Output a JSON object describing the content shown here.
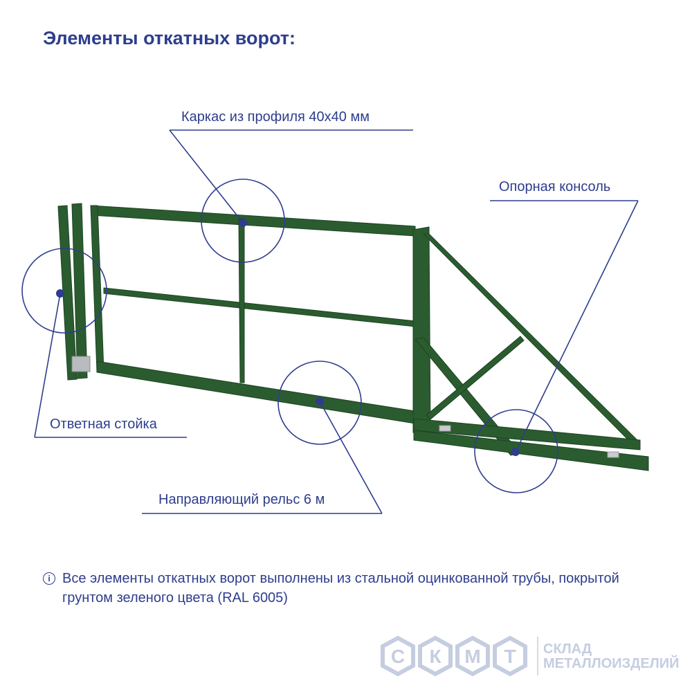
{
  "title": "Элементы откатных ворот:",
  "labels": {
    "frame": "Каркас из профиля 40х40 мм",
    "console": "Опорная консоль",
    "counter_post": "Ответная стойка",
    "rail": "Направляющий рельс 6 м"
  },
  "note": {
    "icon": "info-icon",
    "text": "Все элементы откатных ворот выполнены из стальной оцинкованной трубы, покрытой грунтом зеленого цвета (RAL 6005)"
  },
  "logo": {
    "letters": "СКМТ",
    "line1": "СКЛАД",
    "line2": "МЕТАЛЛОИЗДЕЛИЙ"
  },
  "colors": {
    "accent": "#2e3d8d",
    "gate_green": "#2a5a2e",
    "logo": "#c5cde0"
  }
}
